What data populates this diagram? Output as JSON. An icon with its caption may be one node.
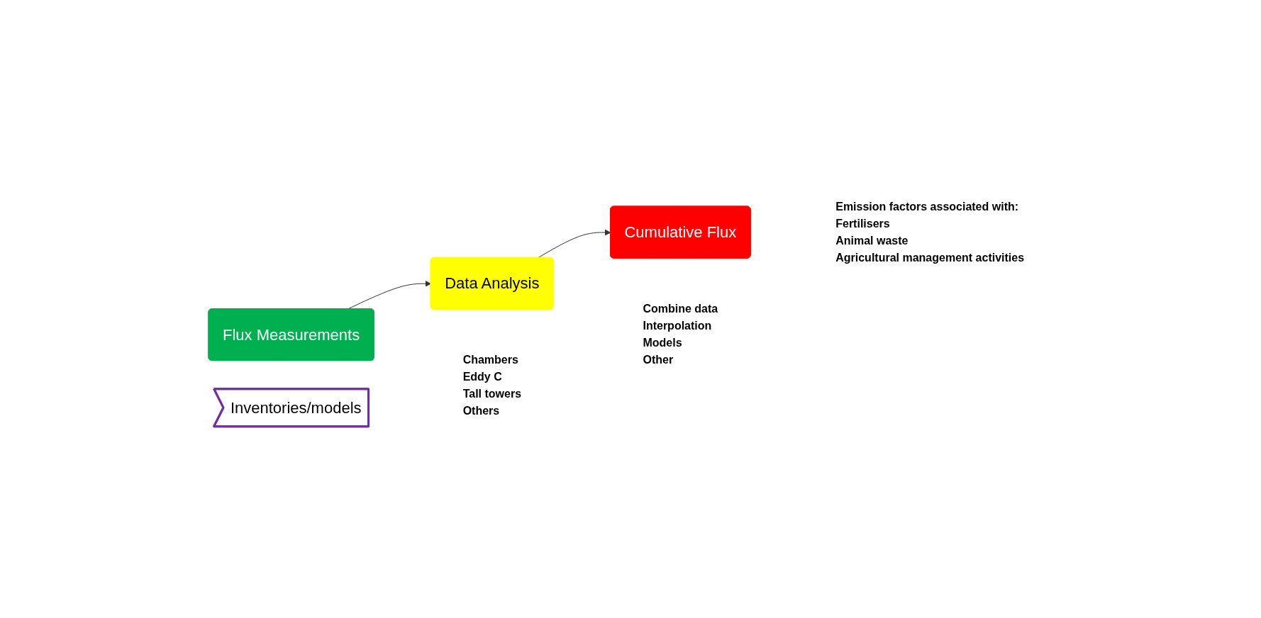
{
  "diagram": {
    "nodes": [
      {
        "text": [
          "Flux Measurements"
        ],
        "beside": [
          "Chambers",
          "Eddy C",
          "Tall towers",
          "Others"
        ]
      },
      {
        "text": [
          "Data Analysis"
        ],
        "beside": [
          "Combine data",
          "Interpolation",
          "Models",
          "Other"
        ]
      },
      {
        "text": [
          "Cumulative Flux"
        ],
        "beside": [
          "Emission factors associated with:",
          "Fertilisers",
          "Animal waste",
          "Agricultural management activities"
        ]
      },
      {
        "text": [
          "Inventories/models"
        ]
      }
    ],
    "edges": [
      {
        "from": 0,
        "to": 1,
        "arrow": "to"
      },
      {
        "from": 1,
        "to": 2,
        "arrow": "to"
      }
    ]
  }
}
